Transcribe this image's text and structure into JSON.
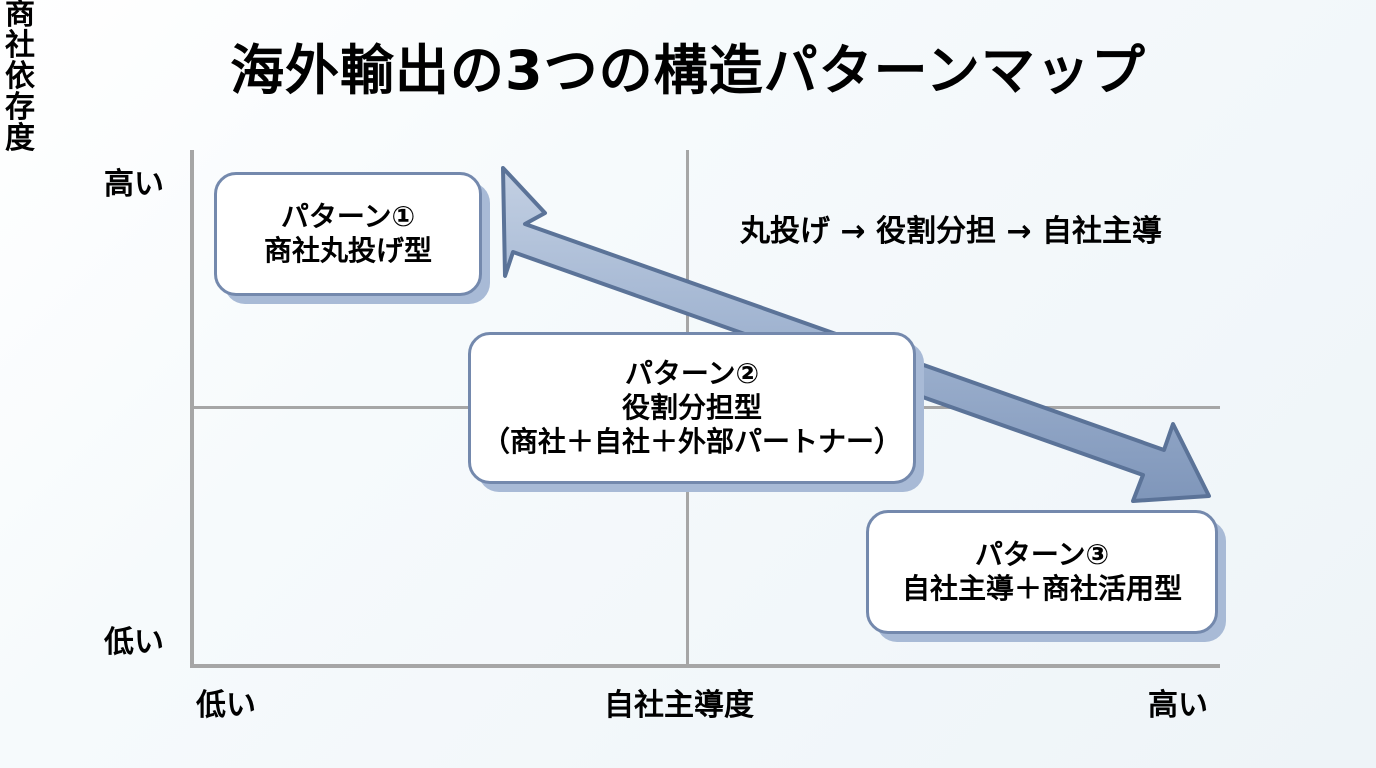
{
  "title": "海外輸出の3つの構造パターンマップ",
  "axes": {
    "y": {
      "title": "商社依存度",
      "high_label": "高い",
      "low_label": "低い"
    },
    "x": {
      "title": "自社主導度",
      "low_label": "低い",
      "high_label": "高い"
    }
  },
  "flow_note": "丸投げ → 役割分担 → 自社主導",
  "patterns": [
    {
      "id": "pattern-1",
      "heading": "パターン①",
      "name": "商社丸投げ型",
      "detail": ""
    },
    {
      "id": "pattern-2",
      "heading": "パターン②",
      "name": "役割分担型",
      "detail": "（商社＋自社＋外部パートナー）"
    },
    {
      "id": "pattern-3",
      "heading": "パターン③",
      "name": "自社主導＋商社活用型",
      "detail": ""
    }
  ],
  "colors": {
    "arrow_fill": "#a8bad6",
    "arrow_stroke": "#5b7398",
    "box_border": "#7489ad",
    "box_shadow": "#a8bad6",
    "axis": "#a6a6a6",
    "background": "#f2f7fb",
    "text": "#000000"
  },
  "chart_data": {
    "type": "scatter",
    "title": "海外輸出の3つの構造パターンマップ",
    "xlabel": "自社主導度",
    "ylabel": "商社依存度",
    "xlim": [
      "低い",
      "高い"
    ],
    "ylim": [
      "低い",
      "高い"
    ],
    "grid": true,
    "points": [
      {
        "label": "パターン① 商社丸投げ型",
        "x": "低い",
        "y": "高い"
      },
      {
        "label": "パターン② 役割分担型（商社＋自社＋外部パートナー）",
        "x": "中",
        "y": "中"
      },
      {
        "label": "パターン③ 自社主導＋商社活用型",
        "x": "高い",
        "y": "低い"
      }
    ],
    "annotations": [
      "丸投げ → 役割分担 → 自社主導"
    ]
  }
}
